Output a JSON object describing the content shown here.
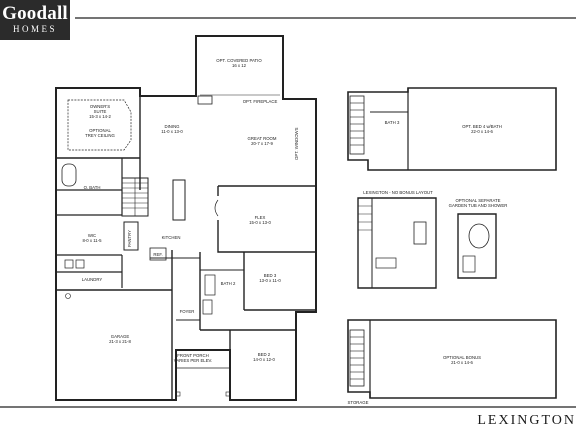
{
  "brand": {
    "name": "Goodall",
    "sub": "HOMES"
  },
  "plan_name": "LEXINGTON",
  "rooms": {
    "patio": {
      "name": "OPT. COVERED PATIO",
      "dims": "16 x 12"
    },
    "fireplace": {
      "name": "OPT. FIREPLACE"
    },
    "owners_suite": {
      "name": "OWNER'S",
      "name2": "SUITE",
      "dims": "15-3 x 14-2"
    },
    "trey": {
      "name": "OPTIONAL",
      "name2": "TREY CEILING"
    },
    "dining": {
      "name": "DINING",
      "dims": "11-0 x 13-0"
    },
    "great_room": {
      "name": "GREAT ROOM",
      "dims": "20-7 x 17-9"
    },
    "opt_windows": {
      "name": "OPT. WINDOWS"
    },
    "o_bath": {
      "name": "O. BATH"
    },
    "wic": {
      "name": "WIC",
      "dims": "8-0 x 11-5"
    },
    "pantry": {
      "name": "PANTRY"
    },
    "kitchen": {
      "name": "KITCHEN"
    },
    "flex": {
      "name": "FLEX",
      "dims": "15-0 x 13-0"
    },
    "ref": {
      "name": "REF."
    },
    "laundry": {
      "name": "LAUNDRY"
    },
    "bed3": {
      "name": "BED 3",
      "dims": "13-0 x 11-0"
    },
    "bath2": {
      "name": "BATH 2"
    },
    "garage": {
      "name": "GARAGE",
      "dims": "21-3 x 21-8"
    },
    "foyer": {
      "name": "FOYER"
    },
    "front_porch": {
      "name": "FRONT PORCH",
      "dims": "VARIES PER ELEV."
    },
    "bed2": {
      "name": "BED 2",
      "dims": "14-0 x 12-0"
    },
    "bath3": {
      "name": "BATH 3"
    },
    "bed4": {
      "name": "OPT. BED 4 w/BATH",
      "dims": "22-0 x 14-6"
    },
    "no_bonus": {
      "name": "LEXINGTON - NO BONUS LAYOUT"
    },
    "separate_tub": {
      "name": "OPTIONAL SEPARATE",
      "name2": "GARDEN TUB AND SHOWER"
    },
    "optional_bonus": {
      "name": "OPTIONAL BONUS",
      "dims": "21-0 x 14-6"
    },
    "storage": {
      "name": "STORAGE"
    }
  }
}
